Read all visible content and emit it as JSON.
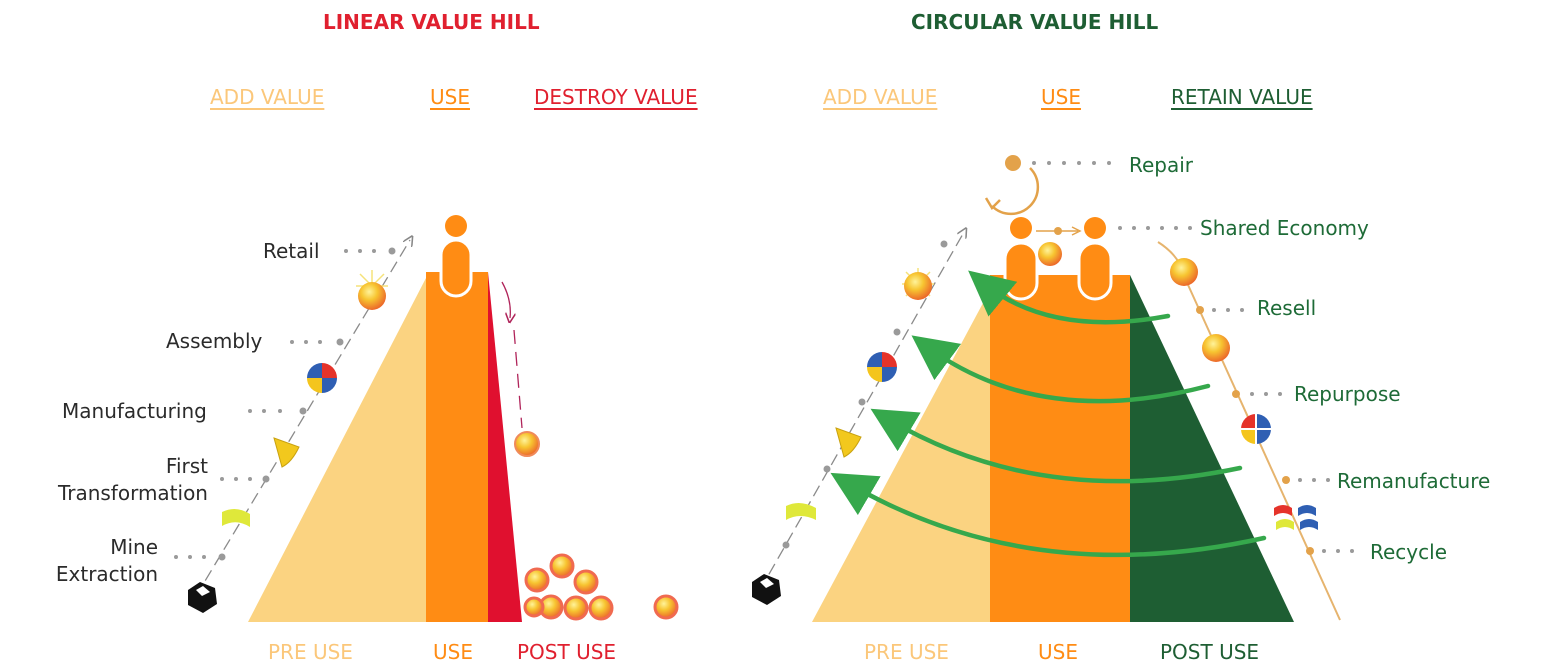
{
  "colors": {
    "red": "#e0202f",
    "dark_green": "#1e5e33",
    "green_text": "#1e6b37",
    "orange": "#ff8c14",
    "light_orange": "#fbd381",
    "arrow_green": "#36a84c",
    "dot_gray": "#9a9a9a"
  },
  "linear": {
    "title": "LINEAR VALUE HILL",
    "phases": [
      "ADD VALUE",
      "USE",
      "DESTROY VALUE"
    ],
    "stages": {
      "retail": "Retail",
      "assembly": "Assembly",
      "manufacturing": "Manufacturing",
      "first_transformation_1": "First",
      "first_transformation_2": "Transformation",
      "mine_extraction_1": "Mine",
      "mine_extraction_2": "Extraction"
    },
    "footer": [
      "PRE USE",
      "USE",
      "POST USE"
    ]
  },
  "circular": {
    "title": "CIRCULAR VALUE HILL",
    "phases": [
      "ADD VALUE",
      "USE",
      "RETAIN VALUE "
    ],
    "loops": {
      "repair": "Repair",
      "shared_economy": "Shared Economy",
      "resell": "Resell",
      "repurpose": "Repurpose",
      "remanufacture": "Remanufacture",
      "recycle": "Recycle"
    },
    "footer": [
      "PRE USE",
      "USE",
      "POST USE"
    ]
  },
  "icons": [
    "raw-ore-icon",
    "flag-material-icon",
    "fan-part-icon",
    "quad-circle-icon",
    "sun-product-icon",
    "person-icon",
    "waste-ball-icon"
  ]
}
